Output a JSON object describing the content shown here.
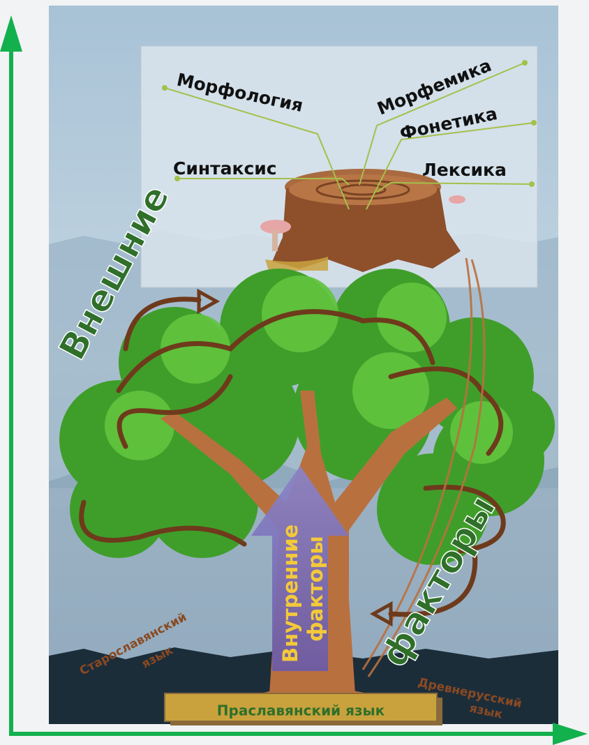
{
  "inset_labels": {
    "morphology": "Морфология",
    "morphemics": "Морфемика",
    "phonetics": "Фонетика",
    "syntax": "Синтаксис",
    "lexicon": "Лексика"
  },
  "external_factors": {
    "word1": "Внешние",
    "word2": "факторы"
  },
  "internal_factors": {
    "line1": "Внутренние",
    "line2": "факторы"
  },
  "root_labels": {
    "old_church_slavonic": {
      "line1": "Старославянский",
      "line2": "язык"
    },
    "old_russian": {
      "line1": "Древнерусский",
      "line2": "язык"
    }
  },
  "base_label": "Праславянский язык",
  "colors": {
    "axis_green": "#13b04e",
    "foliage": "#3f9e2a",
    "trunk": "#b9703f",
    "branch_dark": "#6e3a1c",
    "internal_arrow": "#7b6fb8",
    "external_text": "#2f6f2a",
    "base_bar": "#c9a23d"
  }
}
